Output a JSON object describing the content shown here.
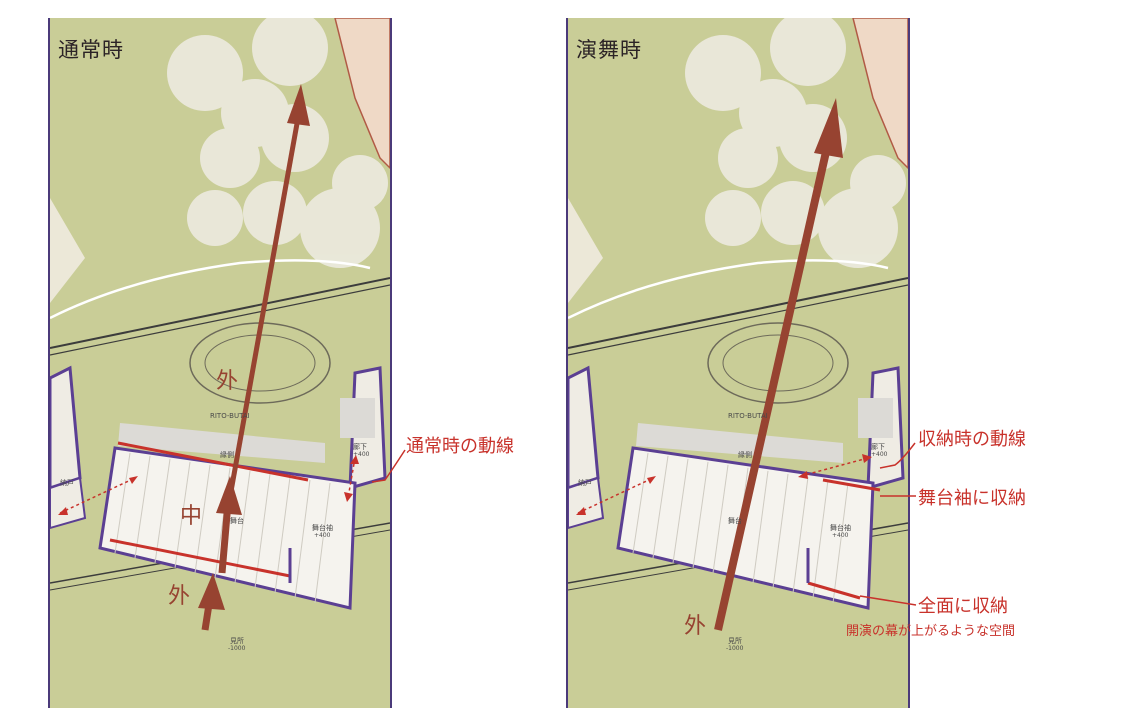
{
  "left_panel": {
    "title": "通常時",
    "word_outside_top": "外",
    "word_middle": "中",
    "word_outside_bottom": "外",
    "plan_text": {
      "stage_name": "RITO-BUTAI",
      "engawa": "縁側",
      "shoji": "納戸",
      "rouka": "廊下",
      "rouka_level": "+400",
      "butai": "舞台袖",
      "butai_level": "+400",
      "kenjo": "見所",
      "kenjo_level": "-1000",
      "stage_mid": "舞台"
    }
  },
  "right_panel": {
    "title": "演舞時",
    "word_outside": "外",
    "plan_text": {
      "stage_name": "RITO-BUTAI",
      "engawa": "縁側",
      "shoji": "納戸",
      "rouka": "廊下",
      "rouka_level": "+400",
      "butai": "舞台袖",
      "butai_level": "+400",
      "kenjo": "見所",
      "kenjo_level": "-1000",
      "stage_mid": "舞台"
    }
  },
  "annotations": {
    "normal_flow": "通常時の動線",
    "storage_flow": "収納時の動線",
    "stored_in_wings": "舞台袖に収納",
    "stored_full": "全面に収納",
    "curtain_note": "開演の幕が上がるような空間"
  },
  "colors": {
    "ground": "#c9cd97",
    "tree": "#e7e5d6",
    "building": "#5b3f93",
    "arrow": "#974331",
    "accent": "#c8322b",
    "border": "#4b3a7a"
  }
}
